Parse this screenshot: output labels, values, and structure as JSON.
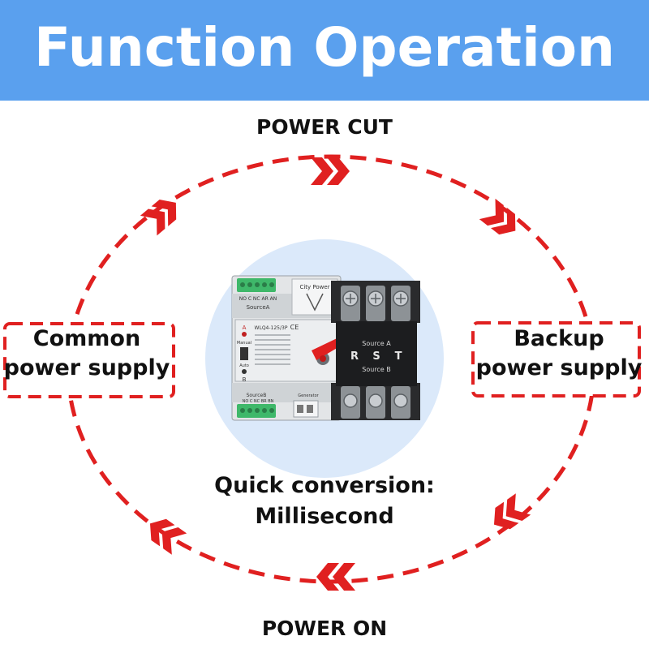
{
  "banner": {
    "title": "Function Operation",
    "color": "#5aa0ee"
  },
  "cycle": {
    "top_label": "POWER CUT",
    "bottom_label": "POWER ON",
    "left_box": {
      "line1": "Common",
      "line2": "power supply"
    },
    "right_box": {
      "line1": "Backup",
      "line2": "power supply"
    },
    "center_caption": {
      "line1": "Quick conversion:",
      "line2": "Millisecond"
    },
    "accent_color": "#e02020"
  },
  "device": {
    "labels": {
      "city_power": "City Power",
      "source_a_top": "SourceA",
      "terminal_top": "NO C NC AR AN",
      "model": "WLQ4-125/3P",
      "manual": "Manual",
      "auto": "Auto",
      "indicator_a": "A",
      "indicator_b": "B",
      "switch_source_a": "Source A",
      "switch_source_b": "Source B",
      "phase_r": "R",
      "phase_s": "S",
      "phase_t": "T",
      "source_b_bottom": "SourceB",
      "generator": "Generator",
      "terminal_bottom": "NO C NC BR BN",
      "ce_mark": "CE"
    }
  }
}
